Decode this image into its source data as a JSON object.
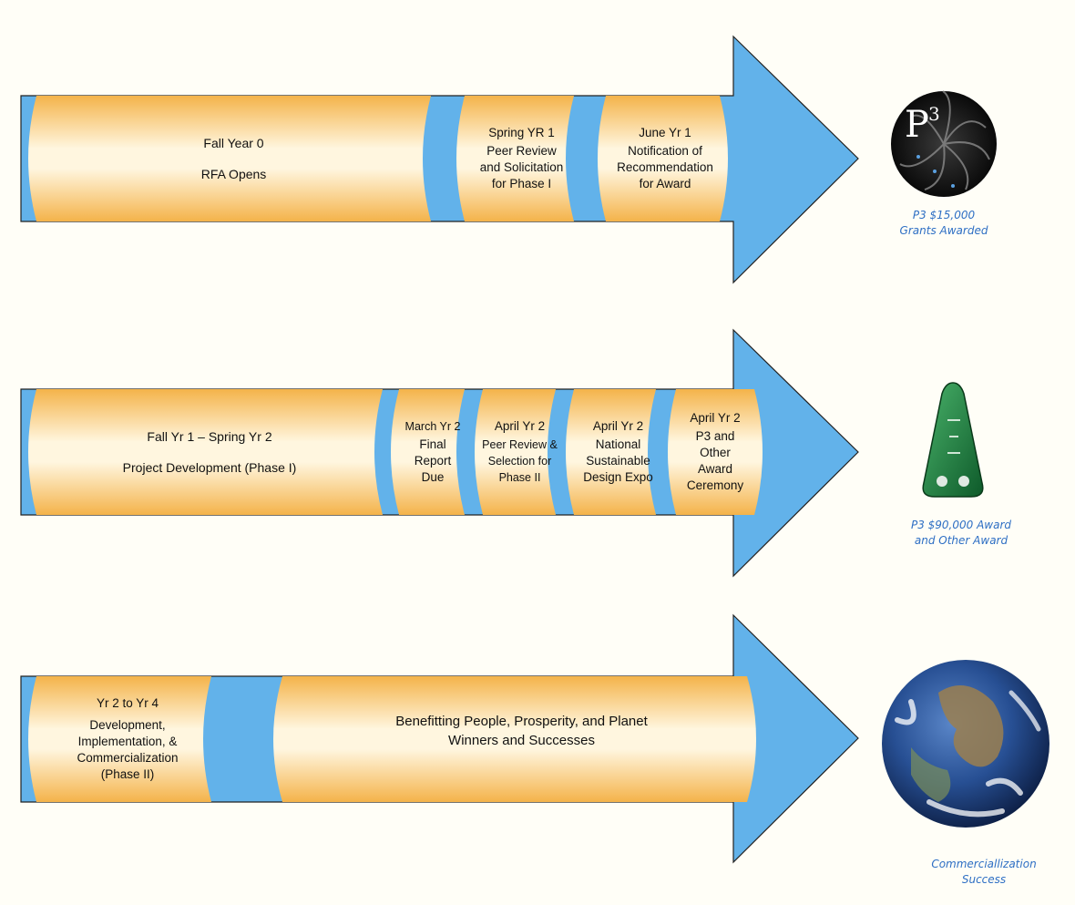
{
  "rows": [
    {
      "segments": [
        {
          "title": "Fall Year 0",
          "body": "RFA Opens"
        },
        {
          "title": "Spring YR 1",
          "body": "Peer Review\nand Solicitation\nfor Phase I"
        },
        {
          "title": "June Yr 1",
          "body": "Notification of\nRecommendation\nfor Award"
        }
      ],
      "caption": "P3 $15,000\nGrants Awarded",
      "image": "p3-logo-icon"
    },
    {
      "segments": [
        {
          "title": "Fall Yr 1 – Spring Yr 2",
          "body": "Project Development (Phase I)"
        },
        {
          "title": "March Yr 2",
          "body": "Final\nReport\nDue"
        },
        {
          "title": "April Yr 2",
          "body": "Peer Review &\nSelection for\nPhase II"
        },
        {
          "title": "April Yr 2",
          "body": "National\nSustainable\nDesign Expo"
        },
        {
          "title": "April Yr 2",
          "body": "P3 and\nOther\nAward\nCeremony"
        }
      ],
      "caption": "P3 $90,000 Award\nand Other Award",
      "image": "award-trophy-icon"
    },
    {
      "segments": [
        {
          "title": "Yr 2 to Yr 4",
          "body": "Development,\nImplementation, &\nCommercialization\n(Phase II)"
        },
        {
          "title": "",
          "body": "Benefitting People, Prosperity, and Planet\nWinners and Successes"
        }
      ],
      "caption": "Commerciallization\nSuccess",
      "image": "earth-globe-icon"
    }
  ],
  "colors": {
    "band": "#f8c56a",
    "band_highlight": "#fff3d6",
    "arrow_blue": "#62b2ea",
    "caption": "#2e6fc4"
  }
}
